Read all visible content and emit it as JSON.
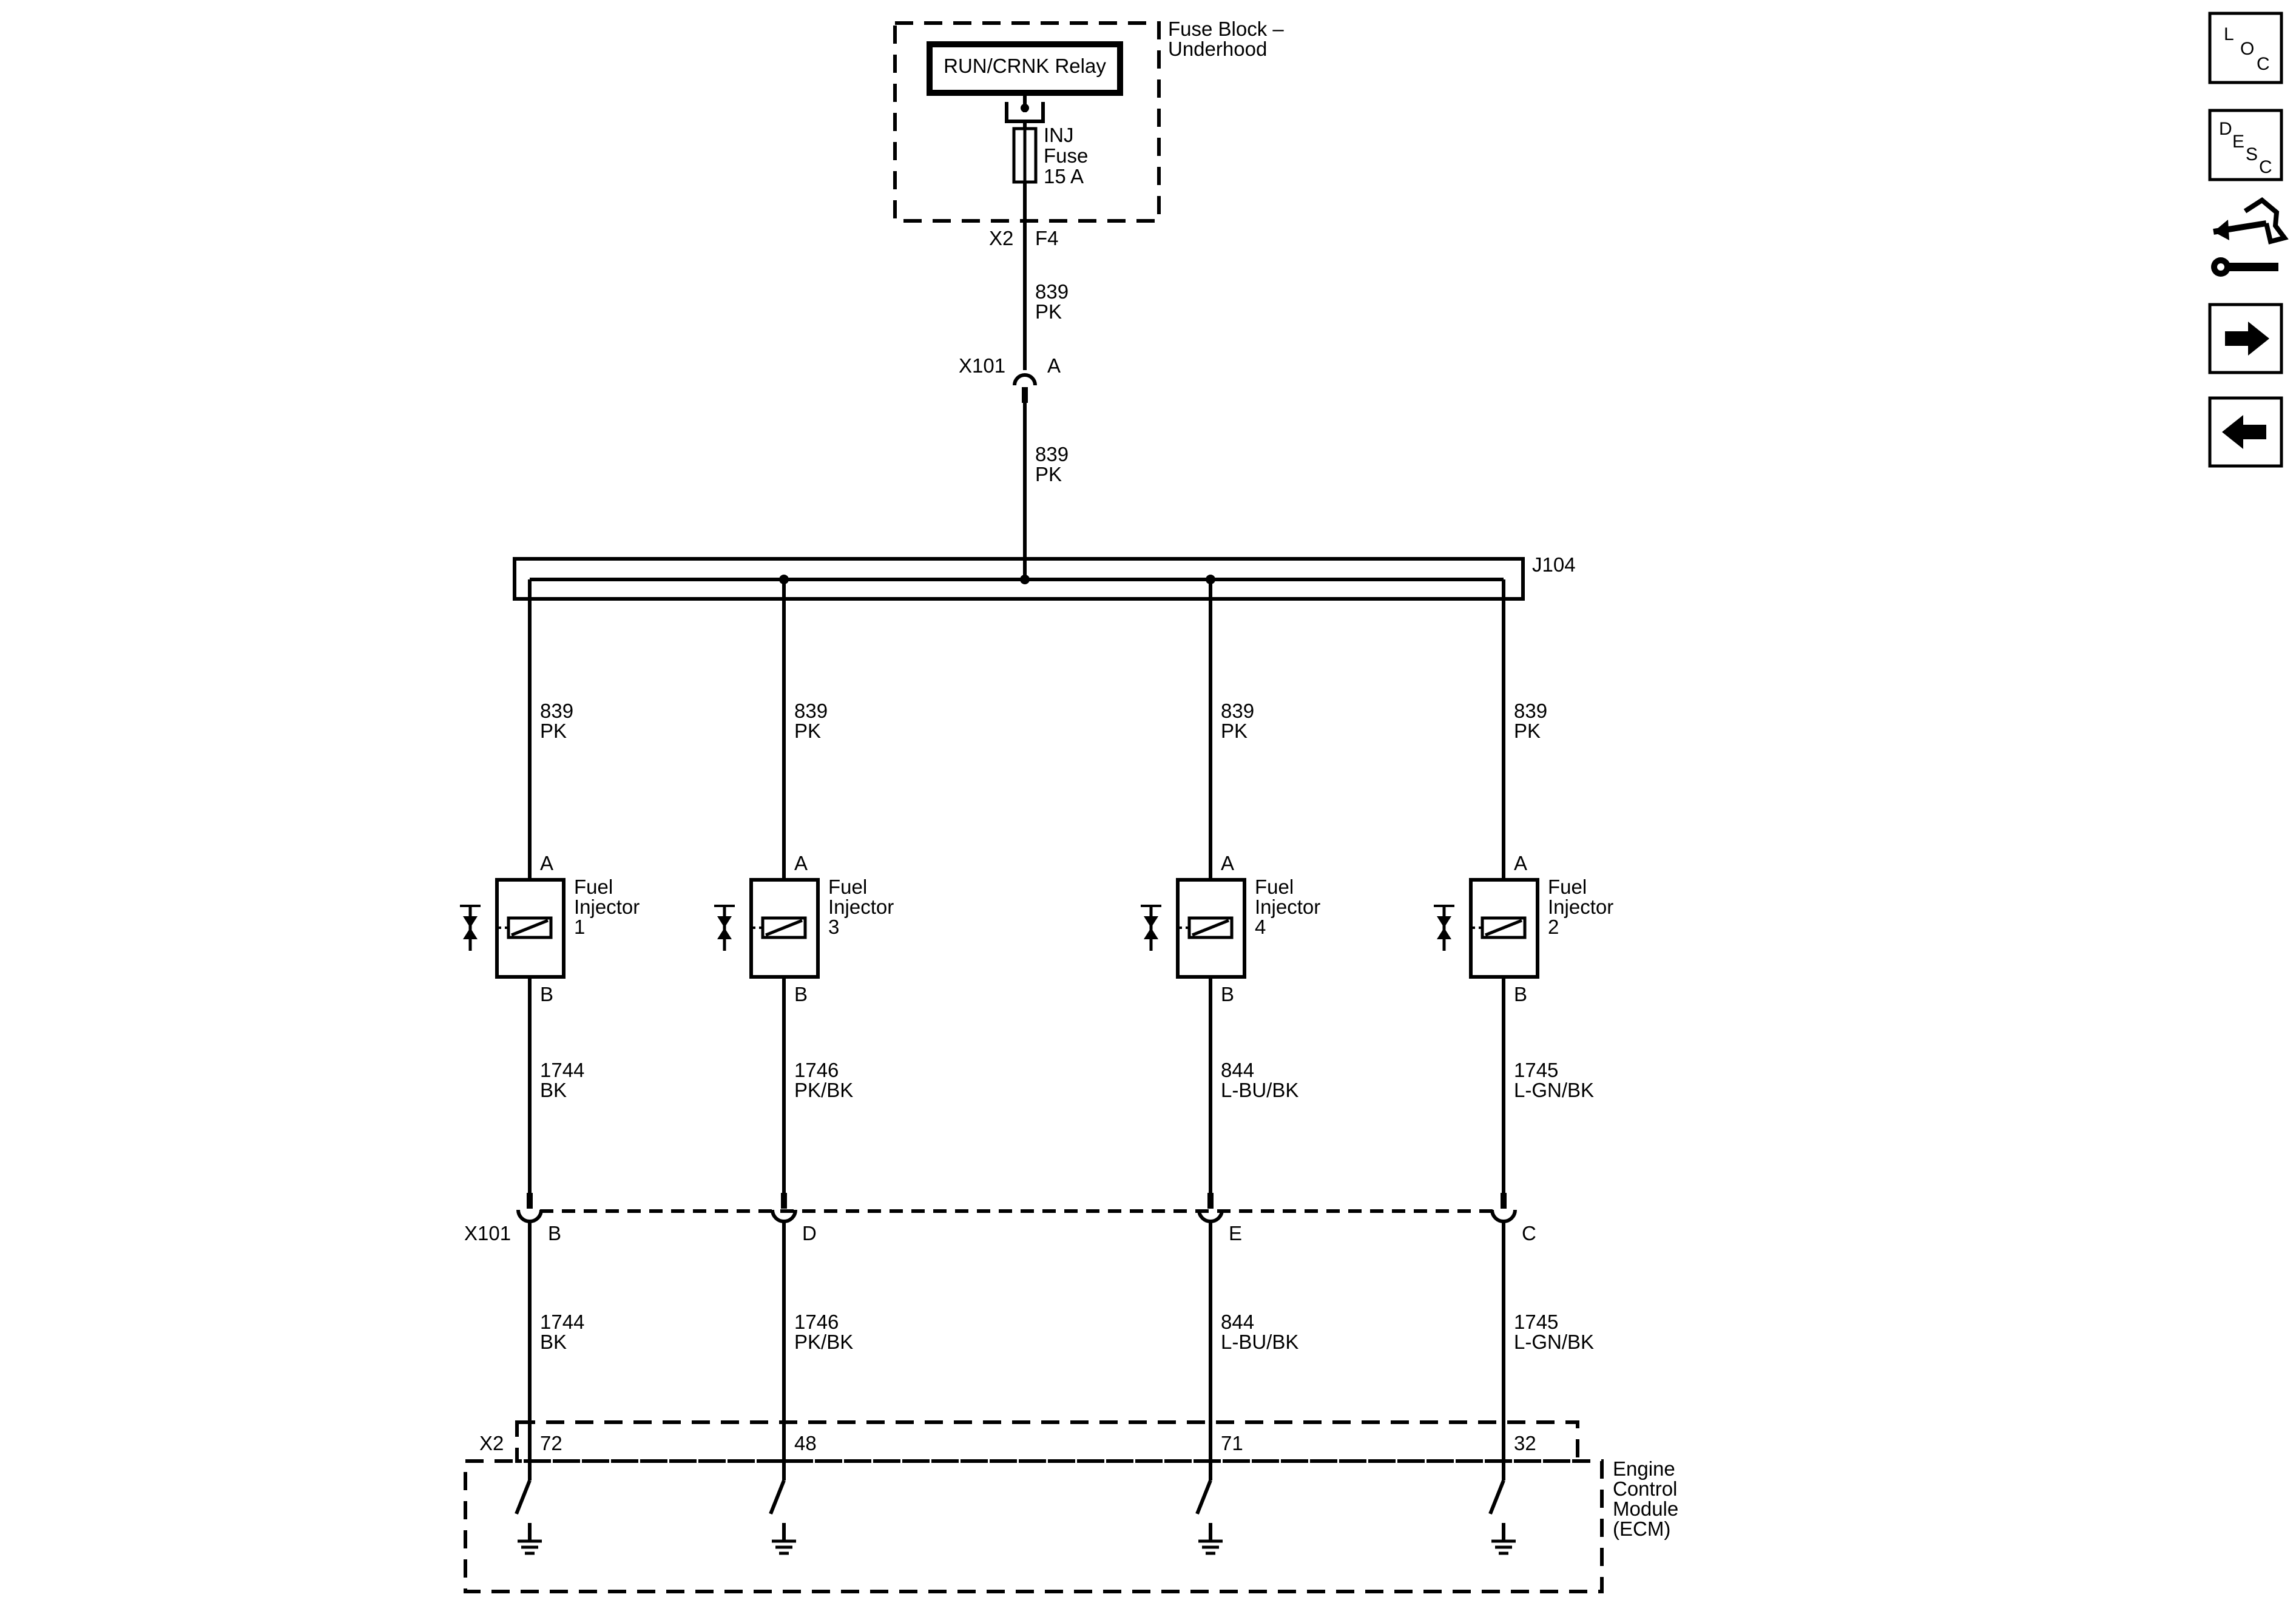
{
  "fuse_block": {
    "title_line1": "Fuse Block –",
    "title_line2": "Underhood",
    "relay_label": "RUN/CRNK Relay",
    "fuse_line1": "INJ",
    "fuse_line2": "Fuse",
    "fuse_line3": "15 A",
    "connector": "X2",
    "pin": "F4"
  },
  "feed_wire_upper": {
    "circuit": "839",
    "color": "PK"
  },
  "connector_x101_top": {
    "name": "X101",
    "pin": "A"
  },
  "feed_wire_lower": {
    "circuit": "839",
    "color": "PK"
  },
  "splice": {
    "name": "J104"
  },
  "injectors": [
    {
      "name_line1": "Fuel",
      "name_line2": "Injector",
      "number": "1",
      "pin_a": "A",
      "pin_b": "B",
      "supply_circuit": "839",
      "supply_color": "PK",
      "control_circuit": "1744",
      "control_color": "BK",
      "x101_pin": "B",
      "lower_circuit": "1744",
      "lower_color": "BK",
      "ecm_pin": "72"
    },
    {
      "name_line1": "Fuel",
      "name_line2": "Injector",
      "number": "3",
      "pin_a": "A",
      "pin_b": "B",
      "supply_circuit": "839",
      "supply_color": "PK",
      "control_circuit": "1746",
      "control_color": "PK/BK",
      "x101_pin": "D",
      "lower_circuit": "1746",
      "lower_color": "PK/BK",
      "ecm_pin": "48"
    },
    {
      "name_line1": "Fuel",
      "name_line2": "Injector",
      "number": "4",
      "pin_a": "A",
      "pin_b": "B",
      "supply_circuit": "839",
      "supply_color": "PK",
      "control_circuit": "844",
      "control_color": "L-BU/BK",
      "x101_pin": "E",
      "lower_circuit": "844",
      "lower_color": "L-BU/BK",
      "ecm_pin": "71"
    },
    {
      "name_line1": "Fuel",
      "name_line2": "Injector",
      "number": "2",
      "pin_a": "A",
      "pin_b": "B",
      "supply_circuit": "839",
      "supply_color": "PK",
      "control_circuit": "1745",
      "control_color": "L-GN/BK",
      "x101_pin": "C",
      "lower_circuit": "1745",
      "lower_color": "L-GN/BK",
      "ecm_pin": "32"
    }
  ],
  "connector_x101_bottom": {
    "name": "X101"
  },
  "ecm": {
    "connector": "X2",
    "line1": "Engine",
    "line2": "Control",
    "line3": "Module",
    "line4": "(ECM)"
  },
  "nav": {
    "loc_letters": [
      "L",
      "O",
      "C"
    ],
    "desc_letters": [
      "D",
      "E",
      "S",
      "C"
    ],
    "connector_icon": "connector-wrench-icon",
    "next_icon": "arrow-right-icon",
    "prev_icon": "arrow-left-icon"
  }
}
